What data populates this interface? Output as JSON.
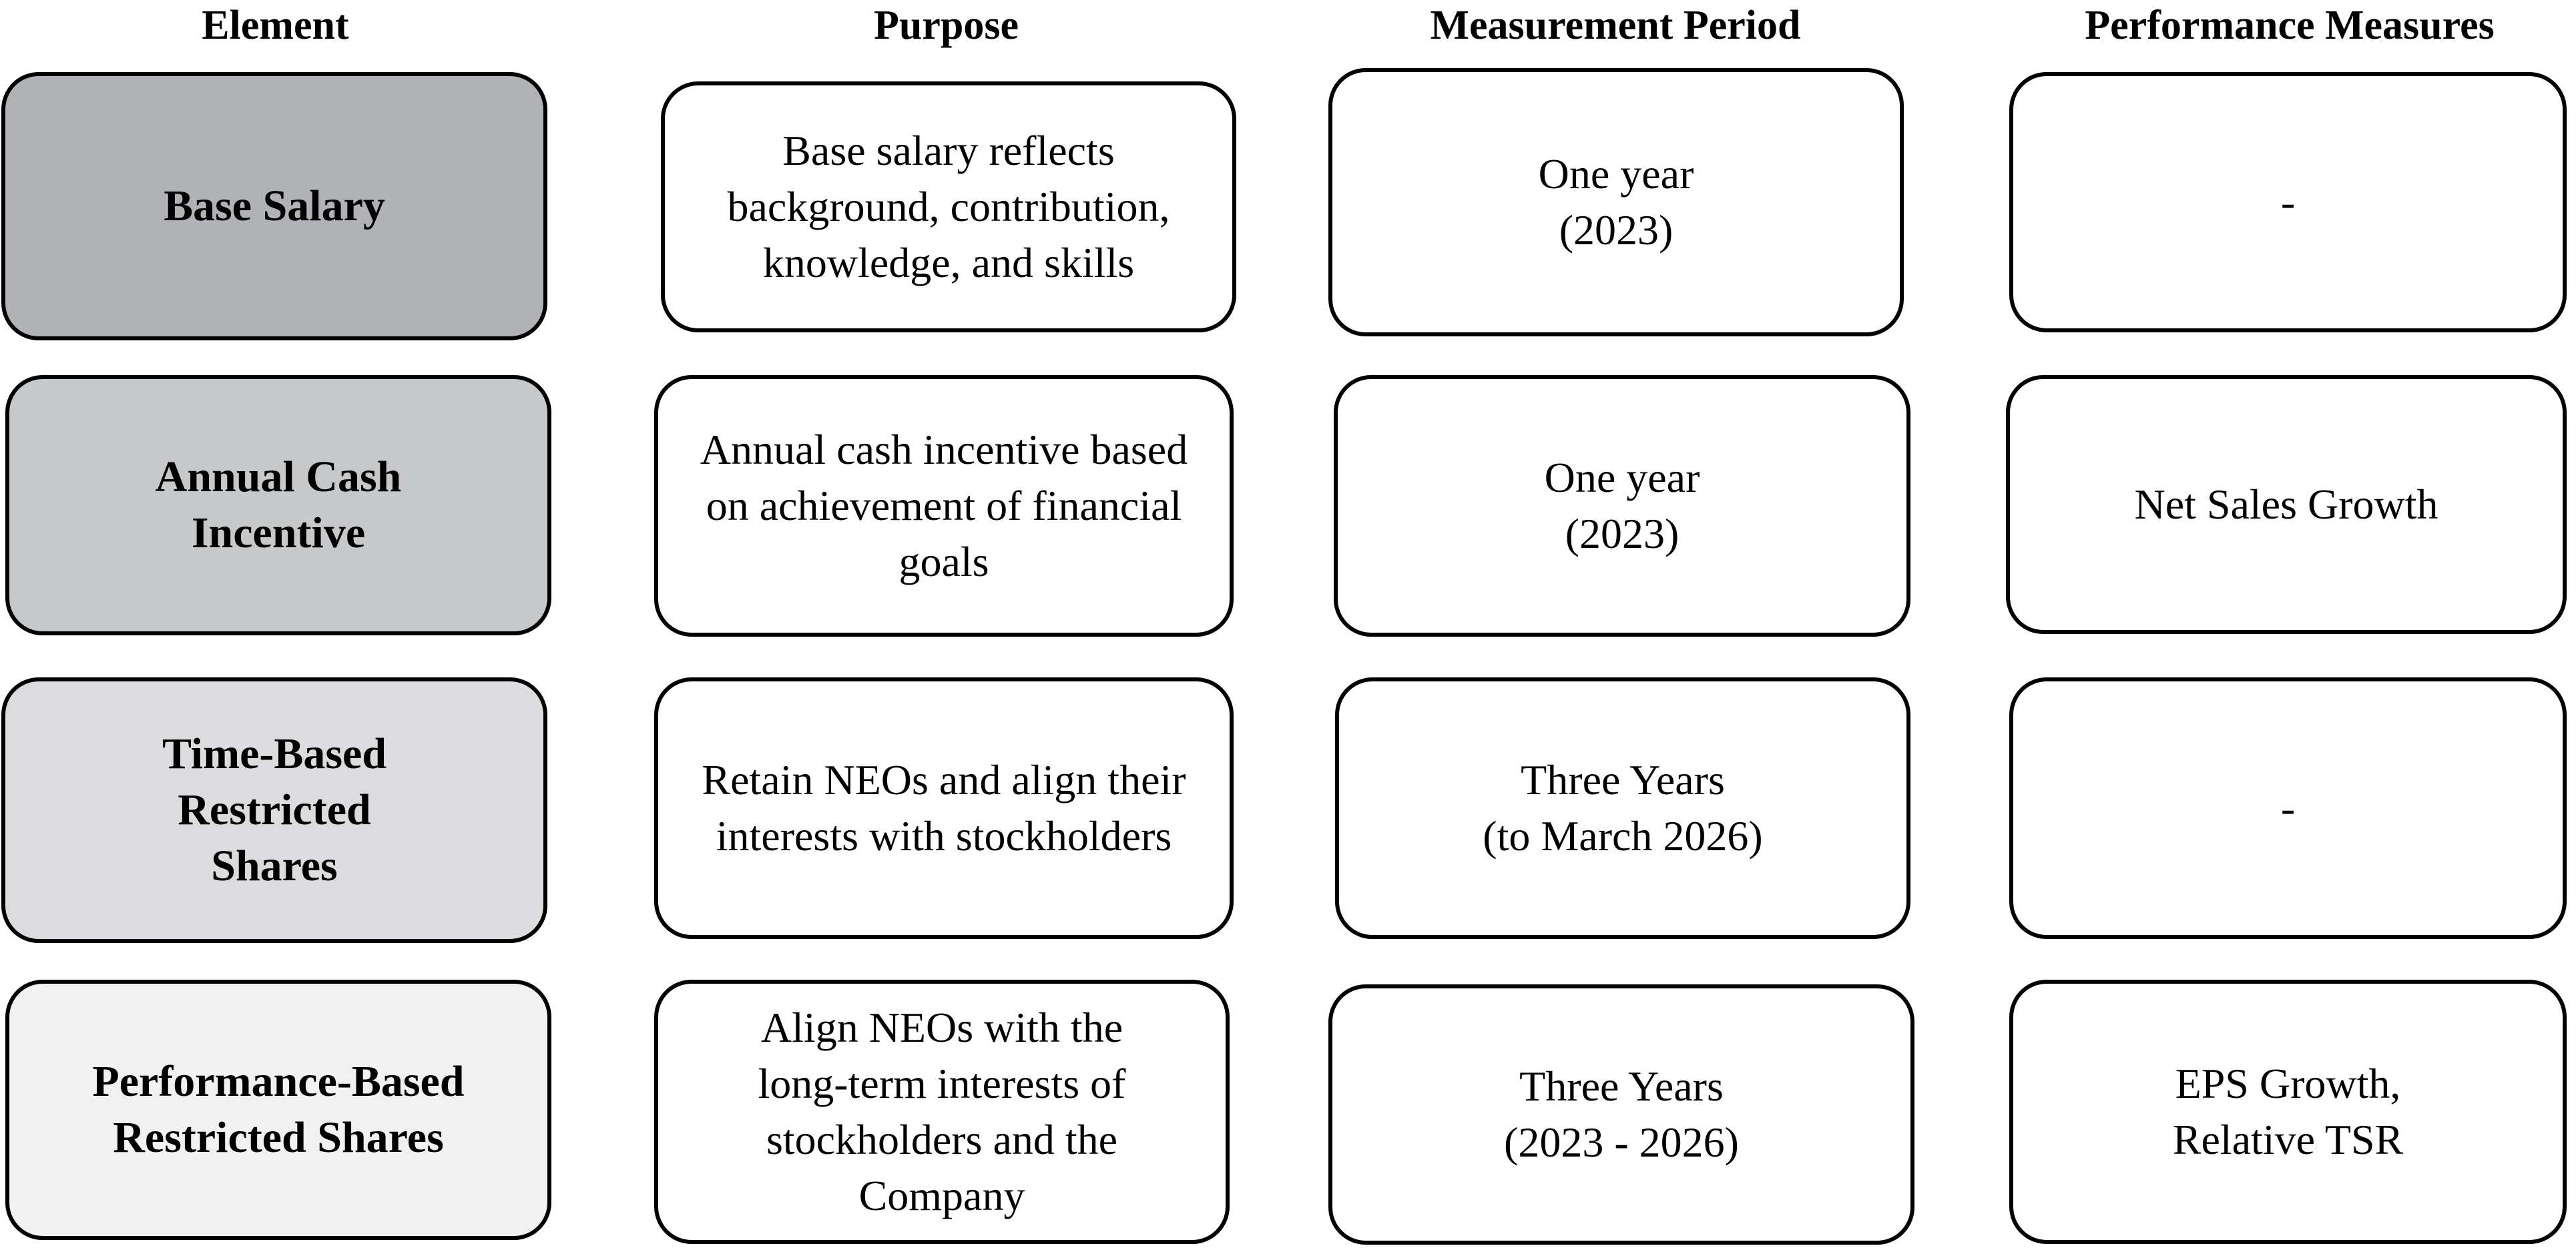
{
  "headers": {
    "element": "Element",
    "purpose": "Purpose",
    "measurement_period": "Measurement Period",
    "performance_measures": "Performance Measures"
  },
  "rows": [
    {
      "element": "Base Salary",
      "purpose": [
        "Base salary reflects",
        "background, contribution,",
        "knowledge, and skills"
      ],
      "measurement_period": [
        "One year",
        "(2023)"
      ],
      "performance_measures": [
        "-"
      ]
    },
    {
      "element": [
        "Annual Cash",
        "Incentive"
      ],
      "purpose": [
        "Annual cash incentive based",
        "on achievement of financial",
        "goals"
      ],
      "measurement_period": [
        "One year",
        "(2023)"
      ],
      "performance_measures": [
        "Net Sales Growth"
      ]
    },
    {
      "element": [
        "Time-Based",
        "Restricted",
        "Shares"
      ],
      "purpose": [
        "Retain NEOs and align their",
        "interests with stockholders"
      ],
      "measurement_period": [
        "Three Years",
        "(to March 2026)"
      ],
      "performance_measures": [
        "-"
      ]
    },
    {
      "element": [
        "Performance-Based",
        "Restricted Shares"
      ],
      "purpose": [
        "Align NEOs with the",
        "long-term interests of",
        "stockholders and the",
        "Company"
      ],
      "measurement_period": [
        "Three Years",
        "(2023 - 2026)"
      ],
      "performance_measures": [
        "EPS Growth,",
        "Relative TSR"
      ]
    }
  ],
  "colors": {
    "element_row_fills": [
      "#b1b2b5",
      "#c7c8ca",
      "#dcdcde",
      "#f1f1f2"
    ],
    "border": "#000000",
    "background": "#ffffff"
  }
}
